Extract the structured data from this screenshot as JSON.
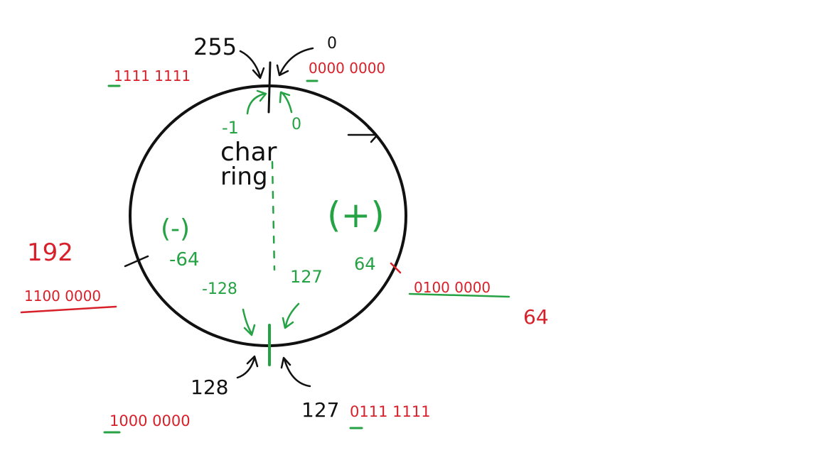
{
  "colors": {
    "ink": "#111111",
    "red": "#d8202a",
    "green": "#25a244",
    "background": "#ffffff"
  },
  "ring_label": {
    "line1": "char",
    "line2": "ring"
  },
  "unsigned_labels": {
    "top_left": "255",
    "top_right": "0",
    "bottom_left": "128",
    "bottom_right": "127",
    "left": "192",
    "right": "64"
  },
  "signed_labels": {
    "top_left": "-1",
    "top_right": "0",
    "bottom_left": "-128",
    "bottom_right": "127",
    "left": "-64",
    "right": "64",
    "negative_half": "(-)",
    "positive_half": "(+)"
  },
  "binary_labels": {
    "b255": "1111 1111",
    "b0": "0000 0000",
    "b192": "1100 0000",
    "b64": "0100 0000",
    "b128": "1000 0000",
    "b127": "0111 1111"
  }
}
